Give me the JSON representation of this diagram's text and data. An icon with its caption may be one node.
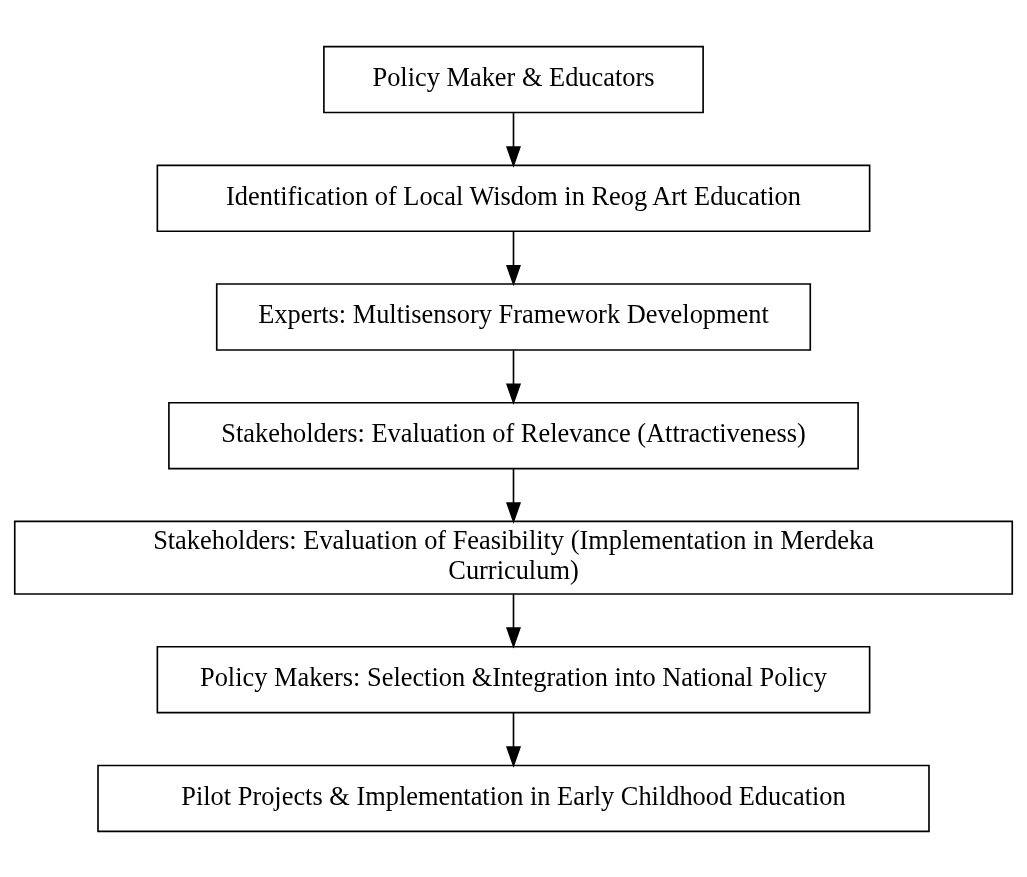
{
  "diagram": {
    "nodes": [
      {
        "text": [
          "Policy Maker & Educators"
        ]
      },
      {
        "text": [
          "Identification of Local Wisdom in Reog Art Education"
        ]
      },
      {
        "text": [
          "Experts: Multisensory Framework Development"
        ]
      },
      {
        "text": [
          "Stakeholders: Evaluation of Relevance (Attractiveness)"
        ]
      },
      {
        "text": [
          "Stakeholders: Evaluation of Feasibility (Implementation in Merdeka Curriculum)"
        ]
      },
      {
        "text": [
          "Policy Makers: Selection &Integration into National Policy"
        ]
      },
      {
        "text": [
          "Pilot Projects & Implementation in Early Childhood Education"
        ]
      }
    ],
    "edges": [
      {
        "from": 0,
        "to": 1,
        "arrow": "to"
      },
      {
        "from": 1,
        "to": 2,
        "arrow": "to"
      },
      {
        "from": 2,
        "to": 3,
        "arrow": "to"
      },
      {
        "from": 3,
        "to": 4,
        "arrow": "to"
      },
      {
        "from": 4,
        "to": 5,
        "arrow": "to"
      },
      {
        "from": 5,
        "to": 6,
        "arrow": "to"
      }
    ]
  }
}
